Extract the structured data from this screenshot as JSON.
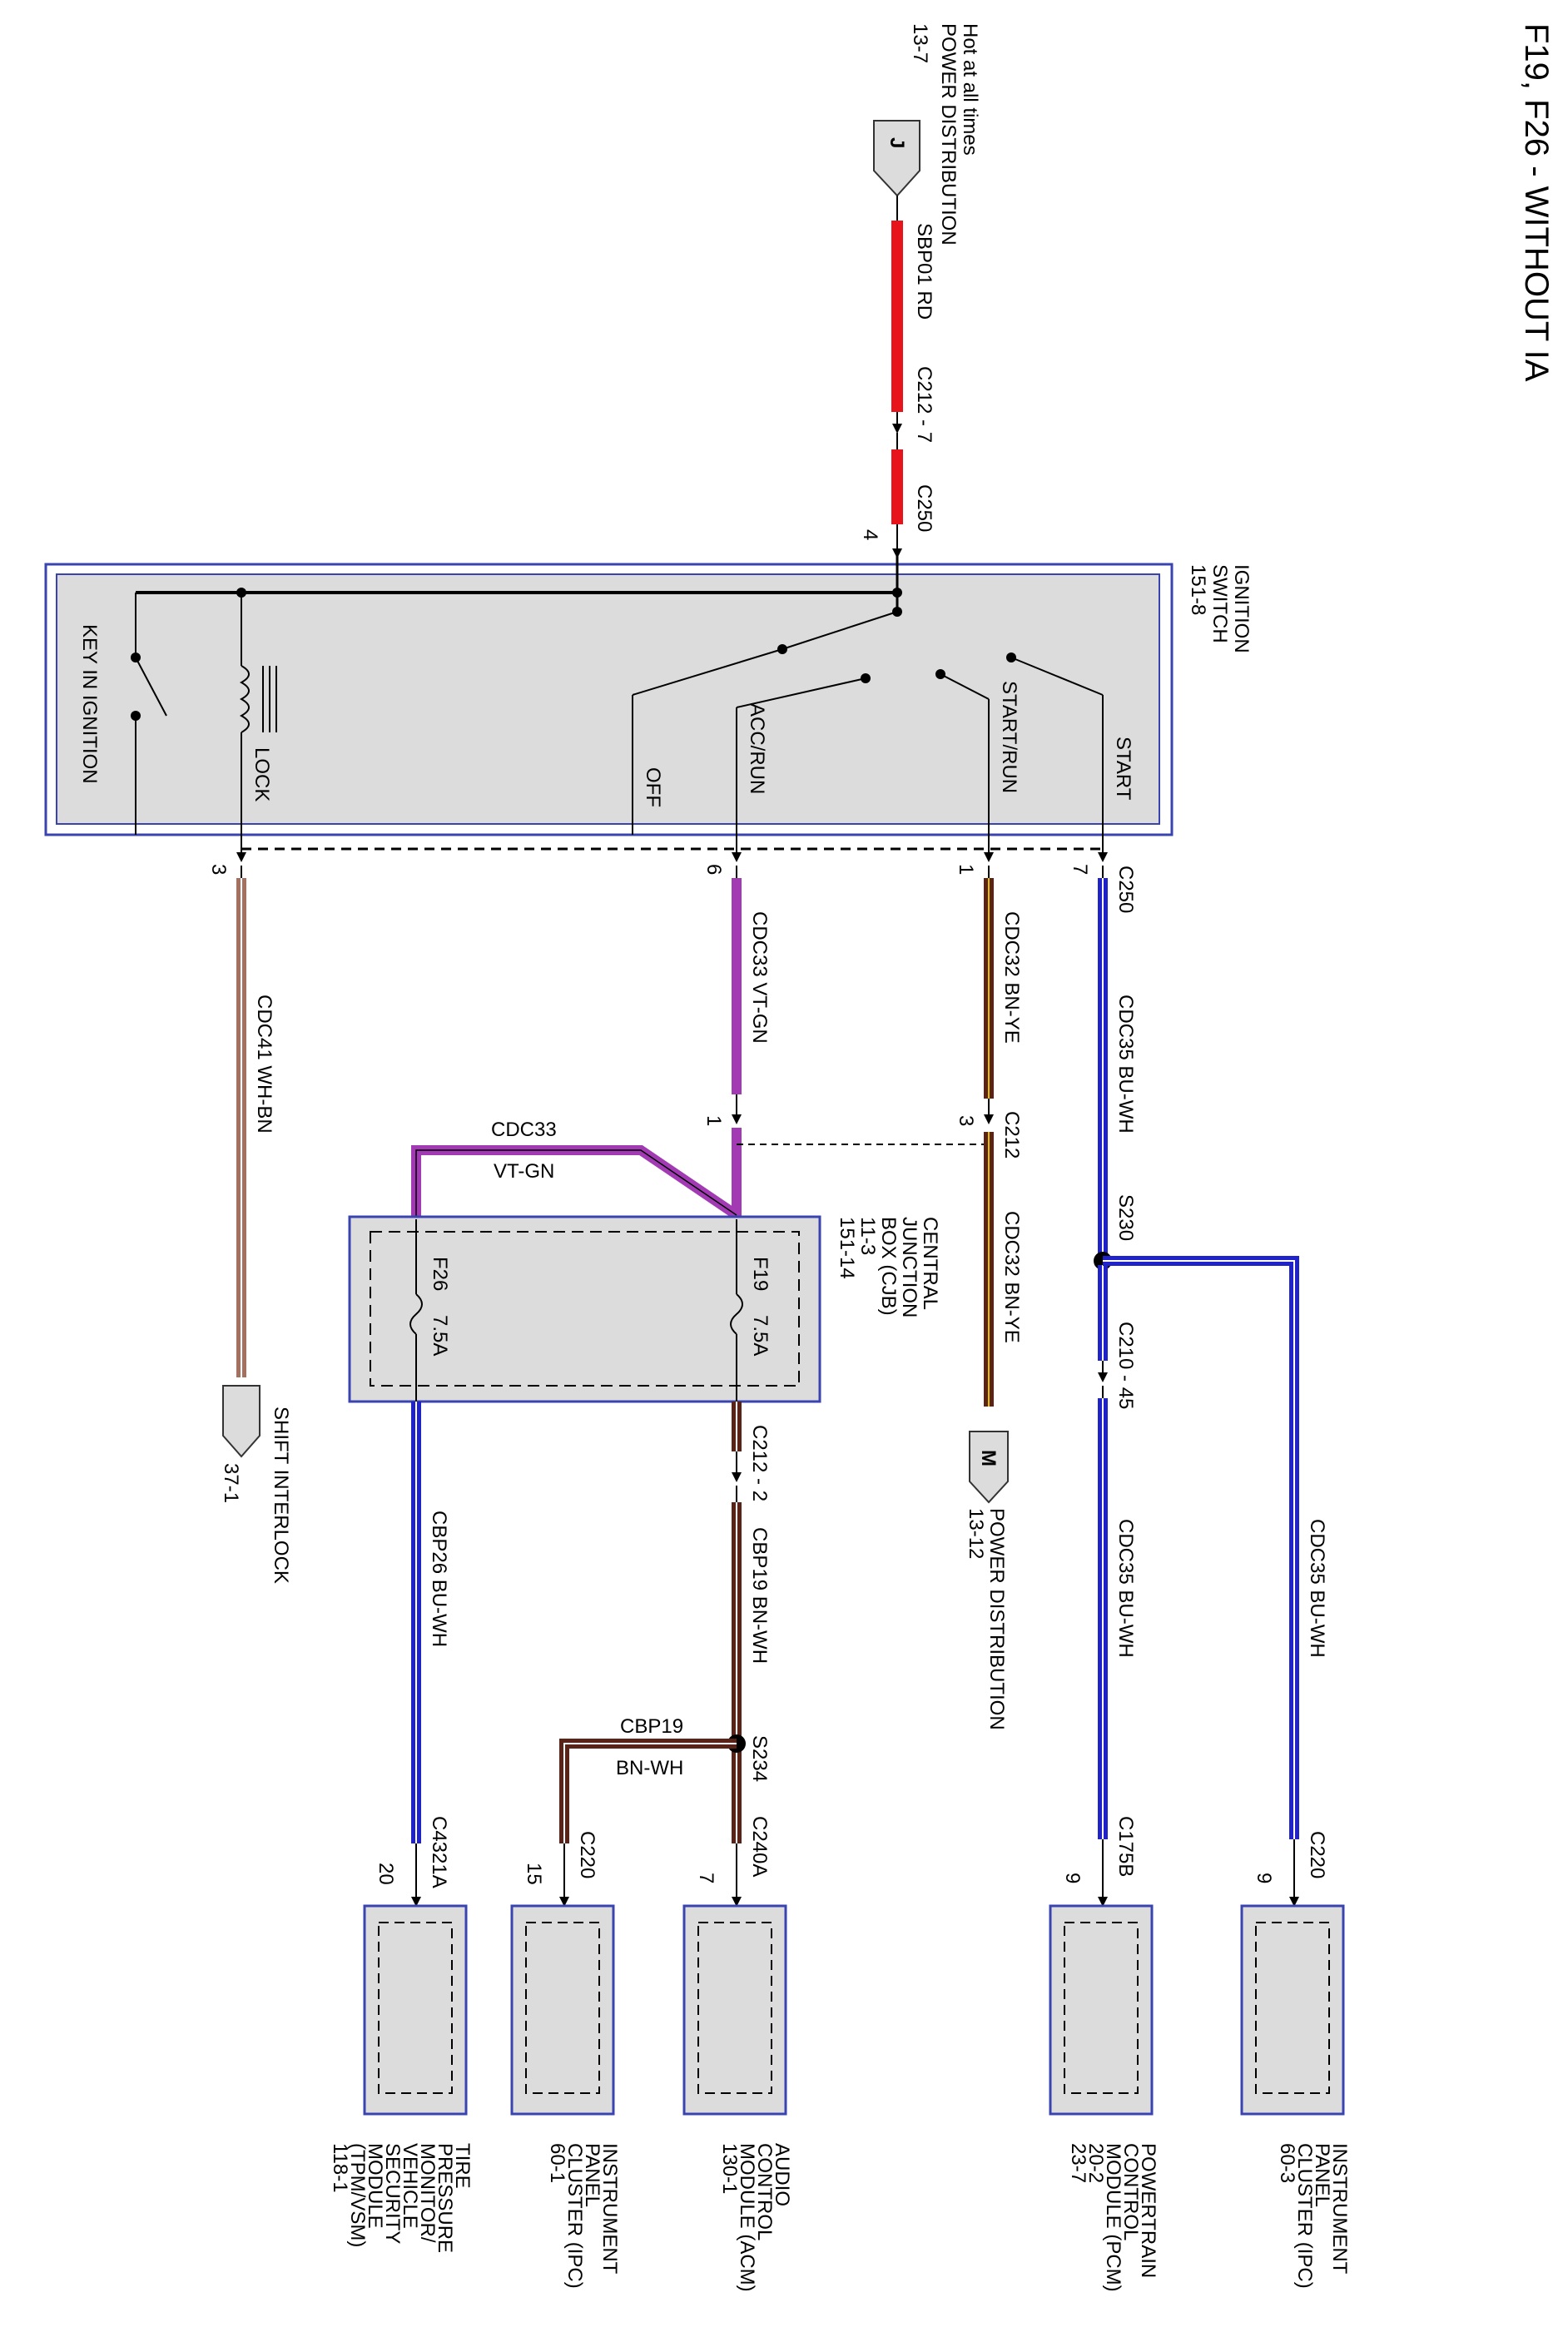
{
  "title": "F19, F26 - WITHOUT IA",
  "colors": {
    "wire_rd": "#e8141c",
    "wire_bu_wh": "#1f23c9",
    "wire_vt_gn": "#a23ab4",
    "wire_bn": "#5a2318",
    "wire_bn_ye": "#5a2318",
    "wire_wh_bn": "#a47060",
    "component_fill": "#dcdcdc",
    "component_border": "#3a44b0"
  },
  "power_source": {
    "line1": "Hot at all times",
    "line2": "POWER DISTRIBUTION",
    "ref": "13-7",
    "connector_letter": "J"
  },
  "wires": {
    "sbp01": "SBP01  RD",
    "cdc41": "CDC41  WH-BN",
    "cdc33": "CDC33  VT-GN",
    "cdc32a": "CDC32  BN-YE",
    "cdc32b": "CDC32  BN-YE",
    "cdc35a": "CDC35  BU-WH",
    "cdc35b": "CDC35  BU-WH",
    "cdc35c": "CDC35  BU-WH",
    "cbp26": "CBP26  BU-WH",
    "cbp19": "CBP19  BN-WH",
    "jumper_code": "CDC33",
    "jumper_color": "VT-GN",
    "branch_code": "CBP19",
    "branch_color": "BN-WH"
  },
  "connectors": {
    "c212_7": "C212 - 7",
    "c250_top": "C250",
    "c250_top_pin": "4",
    "c250_bottom": "C250",
    "c212": "C212",
    "c212_2": "C212 - 2",
    "c210_45": "C210 - 45",
    "c4321a": "C4321A",
    "c220_a": "C220",
    "c240a": "C240A",
    "c175b": "C175B",
    "c220_b": "C220"
  },
  "pins": {
    "lock": "3",
    "acc_run": "6",
    "start_run": "1",
    "start": "7",
    "cjb_in": "1",
    "c212_pin": "3",
    "tpms": "20",
    "ipc_a": "15",
    "acm": "7",
    "pcm": "9",
    "ipc_b": "9"
  },
  "splices": {
    "s230": "S230",
    "s234": "S234"
  },
  "ignition_switch": {
    "name": "IGNITION",
    "name2": "SWITCH",
    "ref": "151-8",
    "positions": [
      "START",
      "START/RUN",
      "ACC/RUN",
      "OFF",
      "LOCK",
      "KEY IN IGNITION"
    ]
  },
  "cjb": {
    "line1": "CENTRAL",
    "line2": "JUNCTION",
    "line3": "BOX (CJB)",
    "ref1": "11-3",
    "ref2": "151-14",
    "fuse1_name": "F19",
    "fuse1_rating": "7.5A",
    "fuse2_name": "F26",
    "fuse2_rating": "7.5A"
  },
  "destinations": {
    "shift_interlock": {
      "name": "SHIFT INTERLOCK",
      "ref": "37-1"
    },
    "power_dist_m": {
      "letter": "M",
      "name": "POWER DISTRIBUTION",
      "ref": "13-12"
    }
  },
  "modules": {
    "tpms": {
      "lines": [
        "TIRE",
        "PRESSURE",
        "MONITOR/",
        "VEHICLE",
        "SECURITY",
        "MODULE",
        "(TPM/VSM)",
        "118-1"
      ]
    },
    "ipc_a": {
      "lines": [
        "INSTRUMENT",
        "PANEL",
        "CLUSTER (IPC)",
        "60-1"
      ]
    },
    "acm": {
      "lines": [
        "AUDIO",
        "CONTROL",
        "MODULE (ACM)",
        "130-1"
      ]
    },
    "pcm": {
      "lines": [
        "POWERTRAIN",
        "CONTROL",
        "MODULE (PCM)",
        "20-2",
        "23-7"
      ]
    },
    "ipc_b": {
      "lines": [
        "INSTRUMENT",
        "PANEL",
        "CLUSTER (IPC)",
        "60-3"
      ]
    }
  }
}
